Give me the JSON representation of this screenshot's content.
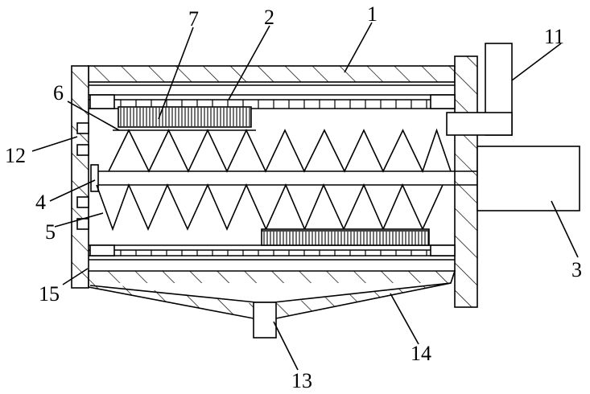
{
  "labels": {
    "l1": "1",
    "l2": "2",
    "l3": "3",
    "l4": "4",
    "l5": "5",
    "l6": "6",
    "l7": "7",
    "l11": "11",
    "l12": "12",
    "l13": "13",
    "l14": "14",
    "l15": "15"
  }
}
